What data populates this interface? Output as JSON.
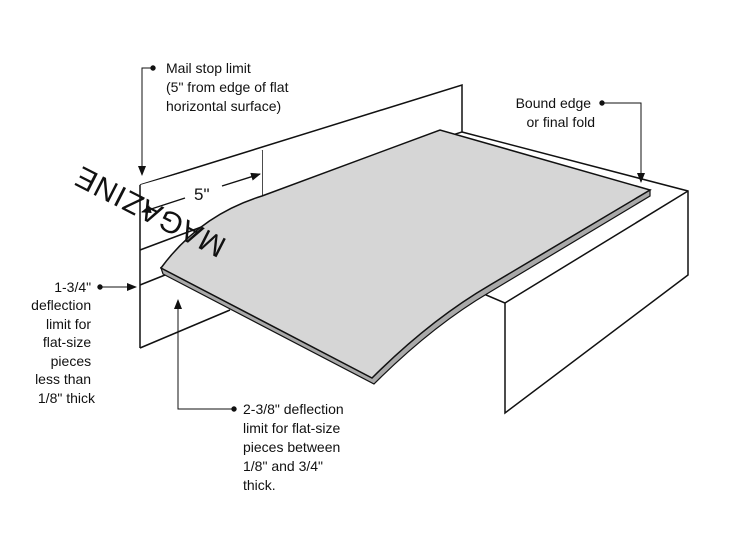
{
  "diagram": {
    "type": "technical-illustration",
    "subject": "Flat-size mail piece deflection test",
    "colors": {
      "line": "#111111",
      "magazine_face": "#d6d6d6",
      "magazine_edge": "#a9a9a9",
      "background": "#ffffff"
    },
    "magazine_label": "MAGAZINE",
    "dimension_5in": "5\"",
    "callouts": {
      "mail_stop": {
        "lines": [
          "Mail stop limit",
          "(5\" from edge of flat",
          "horizontal surface)"
        ]
      },
      "bound_edge": {
        "lines": [
          "Bound edge",
          "or final fold"
        ]
      },
      "deflection_small": {
        "lines": [
          "1-3/4\"",
          "deflection",
          "limit for",
          "flat-size",
          "pieces",
          "less than",
          "1/8\" thick"
        ]
      },
      "deflection_large": {
        "lines": [
          "2-3/8\" deflection",
          "limit for flat-size",
          "pieces between",
          "1/8\" and 3/4\"",
          "thick."
        ]
      }
    }
  }
}
